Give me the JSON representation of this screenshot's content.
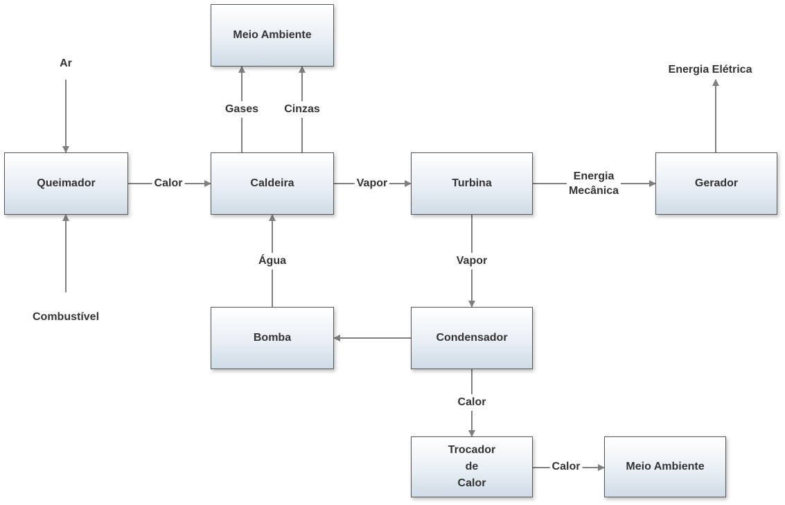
{
  "nodes": {
    "queimador": "Queimador",
    "caldeira": "Caldeira",
    "meio_ambiente_top": "Meio Ambiente",
    "turbina": "Turbina",
    "gerador": "Gerador",
    "bomba": "Bomba",
    "condensador": "Condensador",
    "trocador_line1": "Trocador",
    "trocador_line2": "de",
    "trocador_line3": "Calor",
    "meio_ambiente_bottom": "Meio Ambiente"
  },
  "labels": {
    "ar": "Ar",
    "combustivel": "Combustível",
    "calor_queimador_caldeira": "Calor",
    "gases": "Gases",
    "cinzas": "Cinzas",
    "vapor_caldeira_turbina": "Vapor",
    "energia_line1": "Energia",
    "energia_line2": "Mecânica",
    "energia_eletrica": "Energia Elétrica",
    "agua": "Água",
    "vapor_turbina_condensador": "Vapor",
    "calor_condensador_trocador": "Calor",
    "calor_trocador_meio": "Calor"
  },
  "colors": {
    "line": "#7f7f7f",
    "box_border": "#555555",
    "text": "#333333"
  }
}
